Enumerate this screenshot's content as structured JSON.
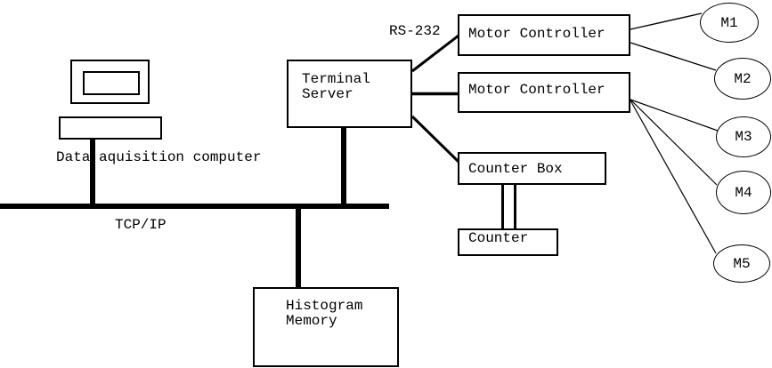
{
  "diagram": {
    "background": "#ffffff",
    "line_color": "#000000",
    "computer": {
      "label": "Data aquisition computer"
    },
    "network": {
      "label": "TCP/IP"
    },
    "serial_link": {
      "label": "RS-232"
    },
    "terminal_server": {
      "line1": "Terminal",
      "line2": "Server"
    },
    "motor_controller_1": {
      "label": "Motor Controller"
    },
    "motor_controller_2": {
      "label": "Motor Controller"
    },
    "counter_box": {
      "label": "Counter Box"
    },
    "counter": {
      "label": "Counter"
    },
    "histogram_memory": {
      "line1": "Histogram",
      "line2": "Memory"
    },
    "motors": [
      "M1",
      "M2",
      "M3",
      "M4",
      "M5"
    ]
  }
}
